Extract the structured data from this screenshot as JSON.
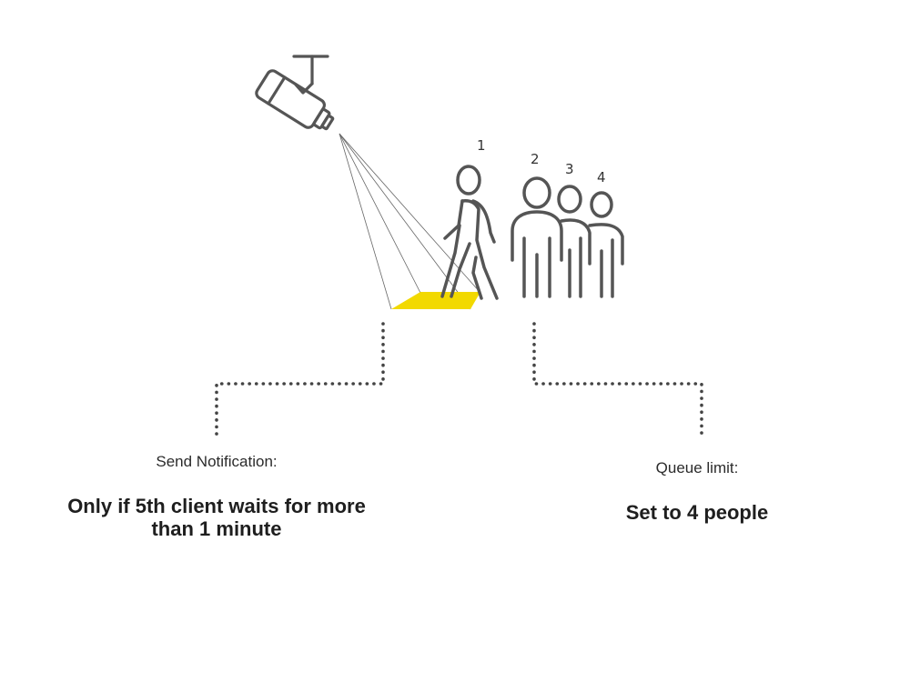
{
  "queue_positions": [
    "1",
    "2",
    "3",
    "4"
  ],
  "notification": {
    "caption": "Send Notification:",
    "value_line1": "Only if 5th client waits for more",
    "value_line2": "than 1 minute"
  },
  "queue_limit": {
    "caption": "Queue limit:",
    "value": "Set to 4 people"
  },
  "colors": {
    "detection_zone": "#f2d900",
    "stroke": "#555555",
    "dots": "#444444"
  },
  "icons": [
    "security-camera-icon",
    "walking-person-icon",
    "standing-person-icon"
  ]
}
